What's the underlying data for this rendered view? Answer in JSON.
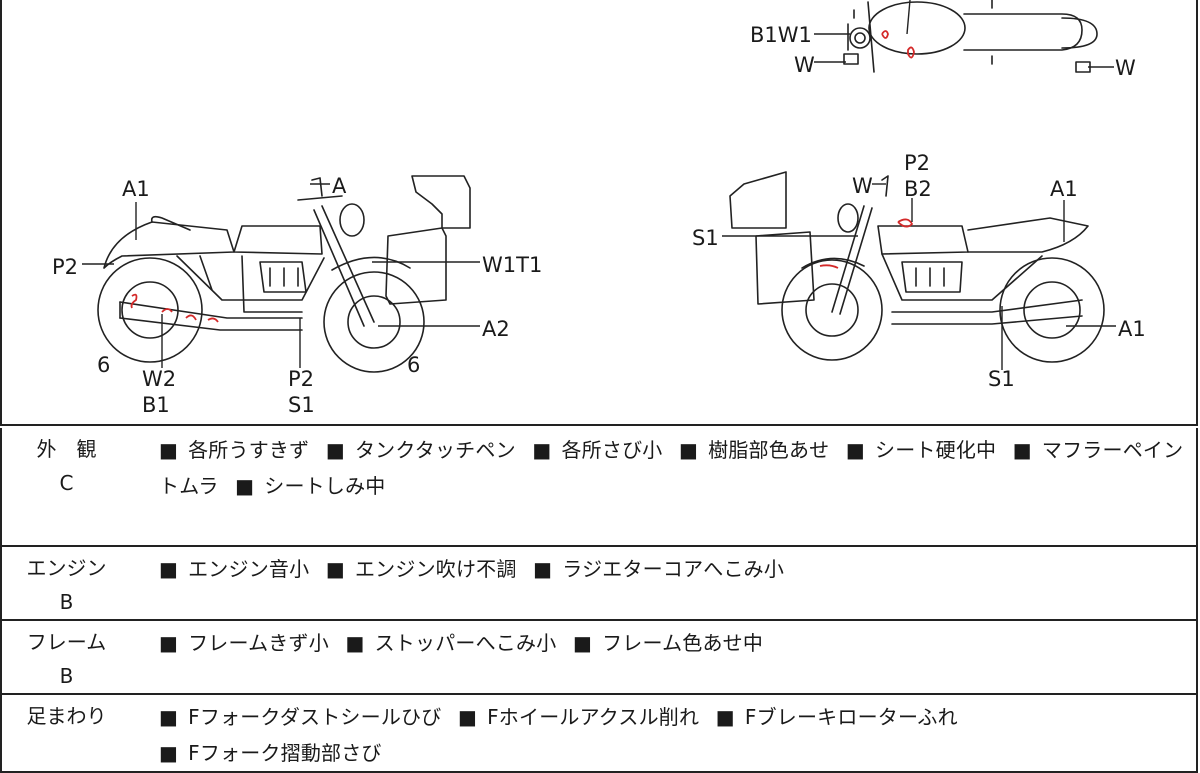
{
  "diagram": {
    "top_view_labels": [
      "B1W1",
      "W",
      "W"
    ],
    "left_view_labels": [
      "A1",
      "A",
      "P2",
      "W1T1",
      "A2",
      "6",
      "W2",
      "B1",
      "P2",
      "S1",
      "6"
    ],
    "right_view_labels": [
      "P2",
      "B2",
      "W",
      "A1",
      "S1",
      "A1",
      "S1"
    ]
  },
  "sections": [
    {
      "category": "外　観",
      "grade": "C",
      "items": [
        "各所うすきず",
        "タンクタッチペン",
        "各所さび小",
        "樹脂部色あせ",
        "シート硬化中",
        "マフラーペイントムラ",
        "シートしみ中"
      ]
    },
    {
      "category": "エンジン",
      "grade": "B",
      "items": [
        "エンジン音小",
        "エンジン吹け不調",
        "ラジエターコアへこみ小"
      ]
    },
    {
      "category": "フレーム",
      "grade": "B",
      "items": [
        "フレームきず小",
        "ストッパーへこみ小",
        "フレーム色あせ中"
      ]
    },
    {
      "category": "足まわり",
      "grade": "",
      "items": [
        "Fフォークダストシールひび",
        "Fホイールアクスル削れ",
        "Fブレーキローターふれ",
        "Fフォーク摺動部さび"
      ]
    }
  ]
}
